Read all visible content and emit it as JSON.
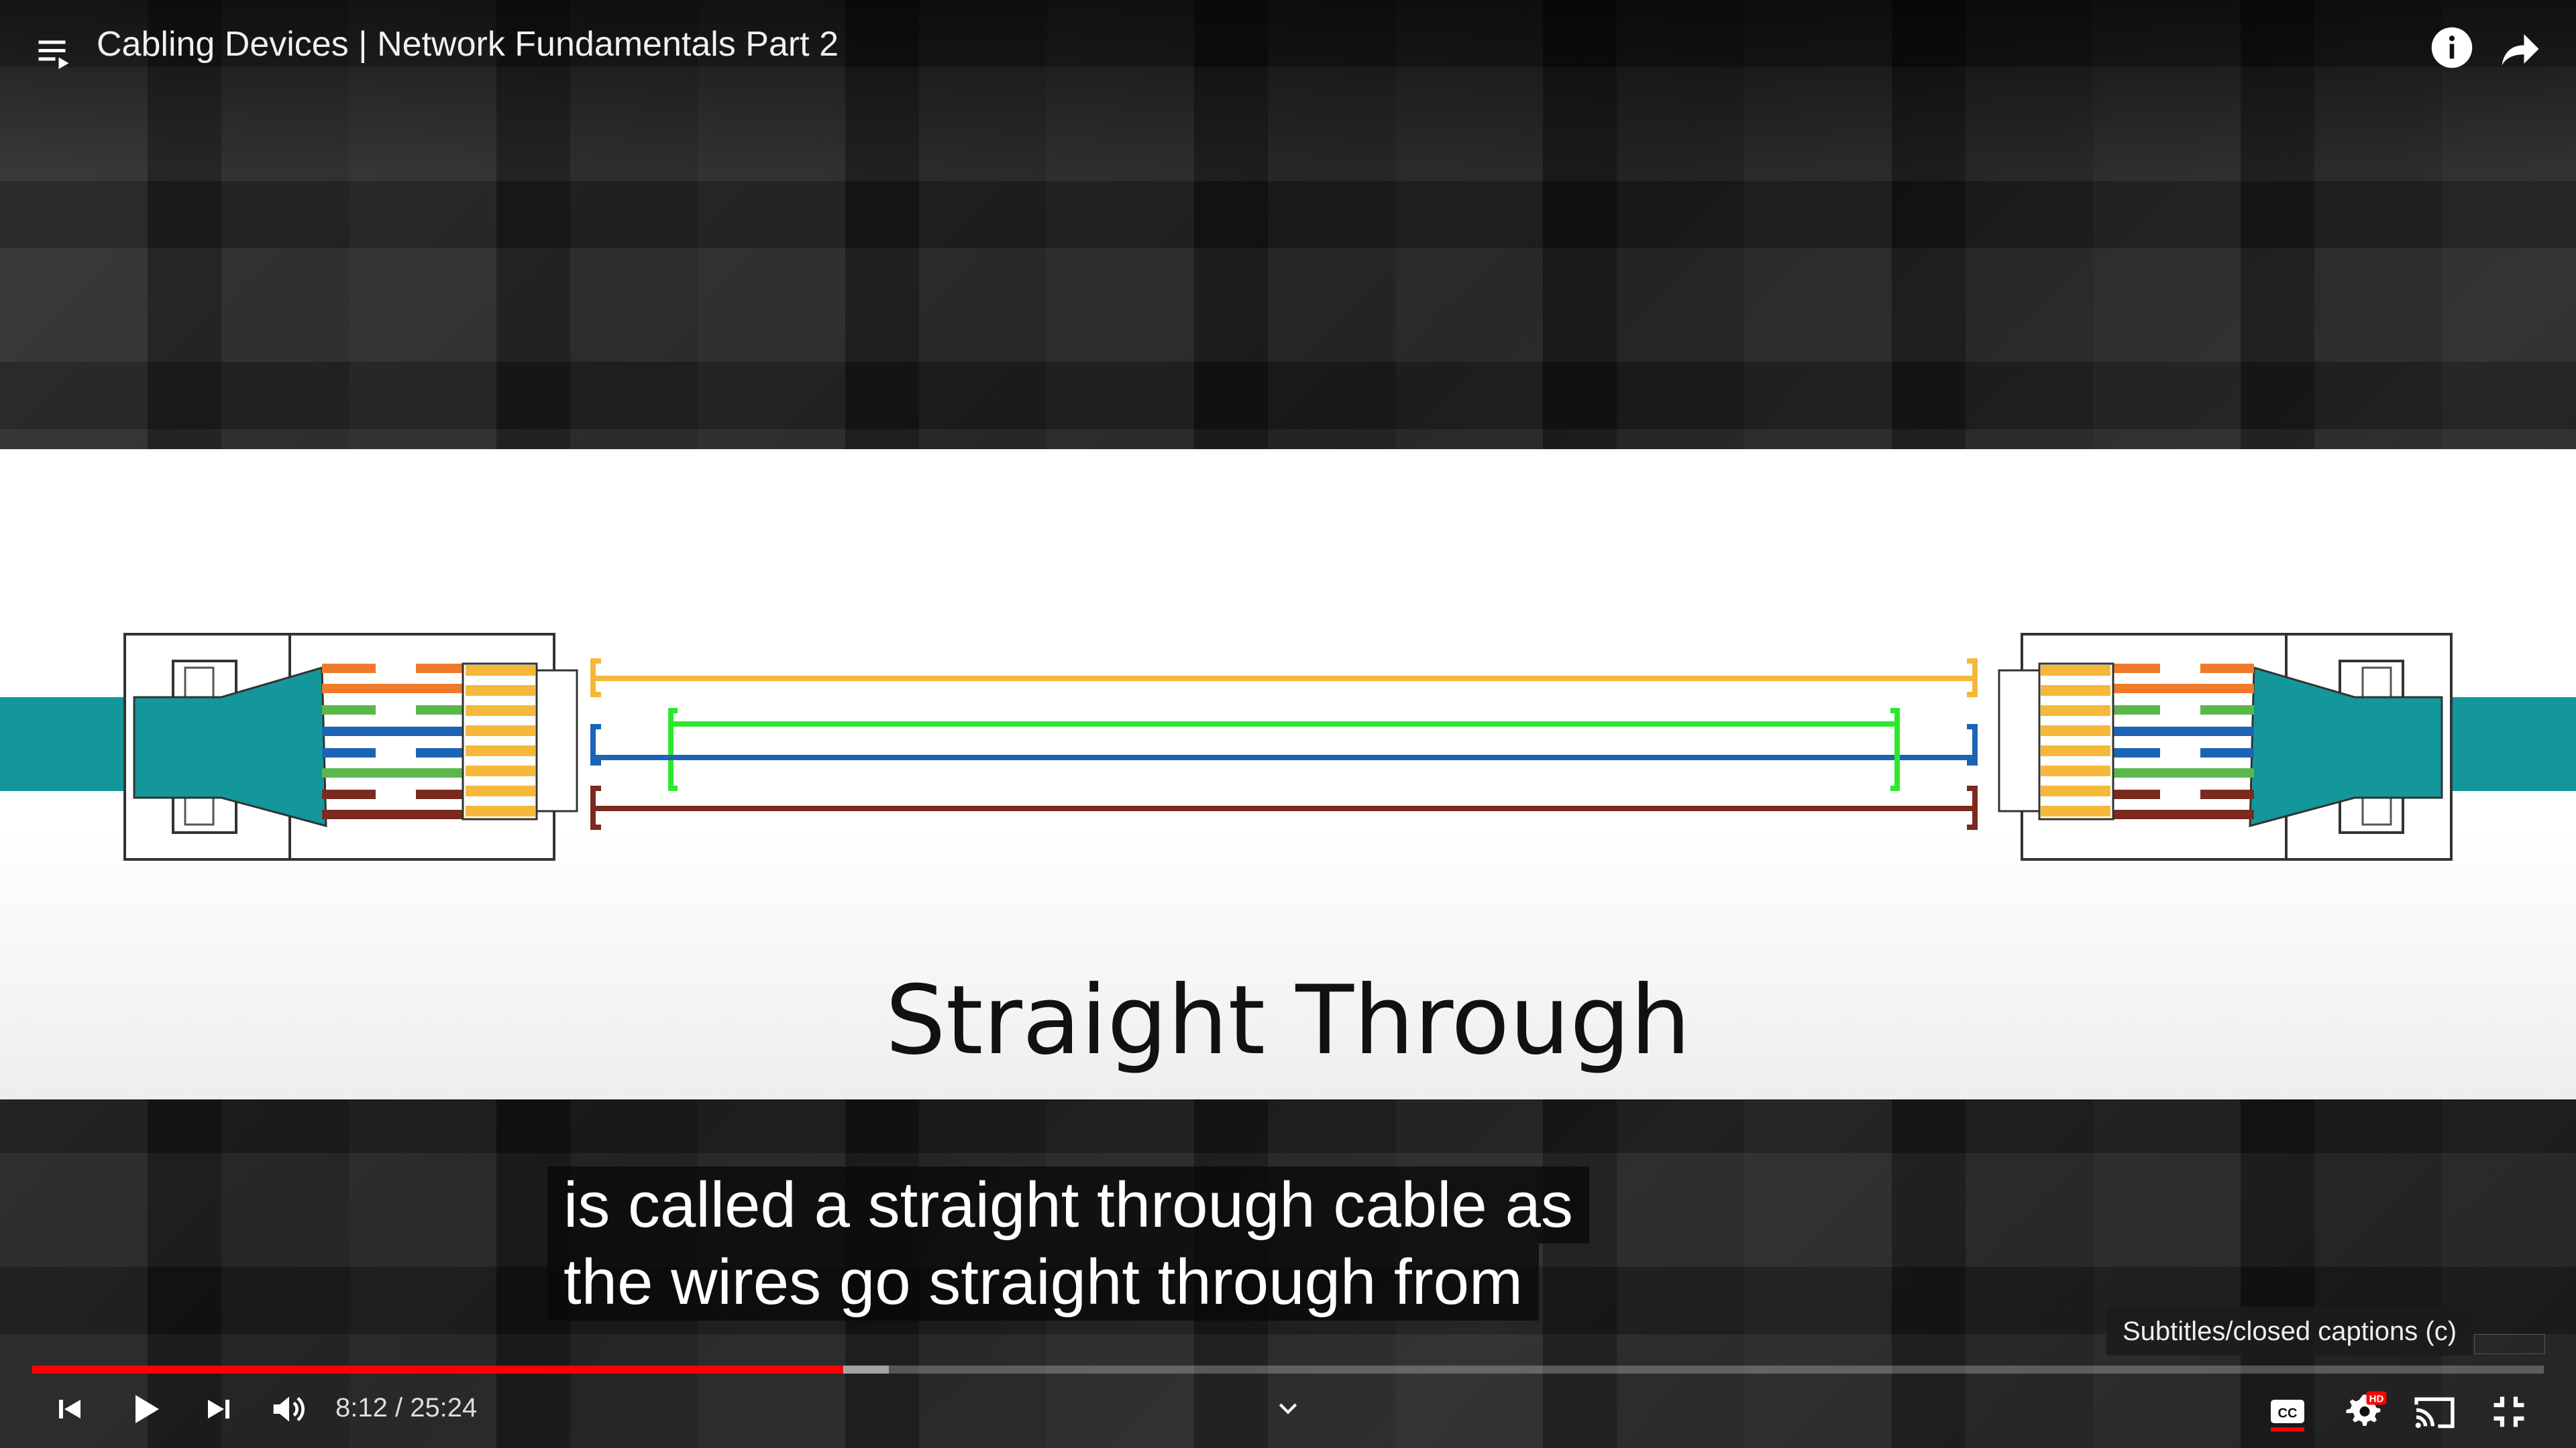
{
  "player": {
    "title": "Cabling Devices | Network Fundamentals Part 2",
    "slide_title": "Straight Through",
    "captions": [
      "is called a straight through cable as",
      "the wires go straight through from"
    ],
    "tooltip": "Subtitles/closed captions (c)",
    "time": "8:12 / 25:24",
    "progress": {
      "played_fraction": 0.323,
      "loaded_fraction": 0.341
    },
    "hd_badge": "HD",
    "cc_label": "CC",
    "colors": {
      "progress": "#ff0000",
      "cable": "#13979b"
    }
  },
  "icons": [
    "playlist-icon",
    "info-icon",
    "share-icon",
    "previous-icon",
    "play-icon",
    "next-icon",
    "volume-icon",
    "chevron-up-icon",
    "subtitles-icon",
    "settings-icon",
    "cast-icon",
    "exit-fullscreen-icon"
  ]
}
